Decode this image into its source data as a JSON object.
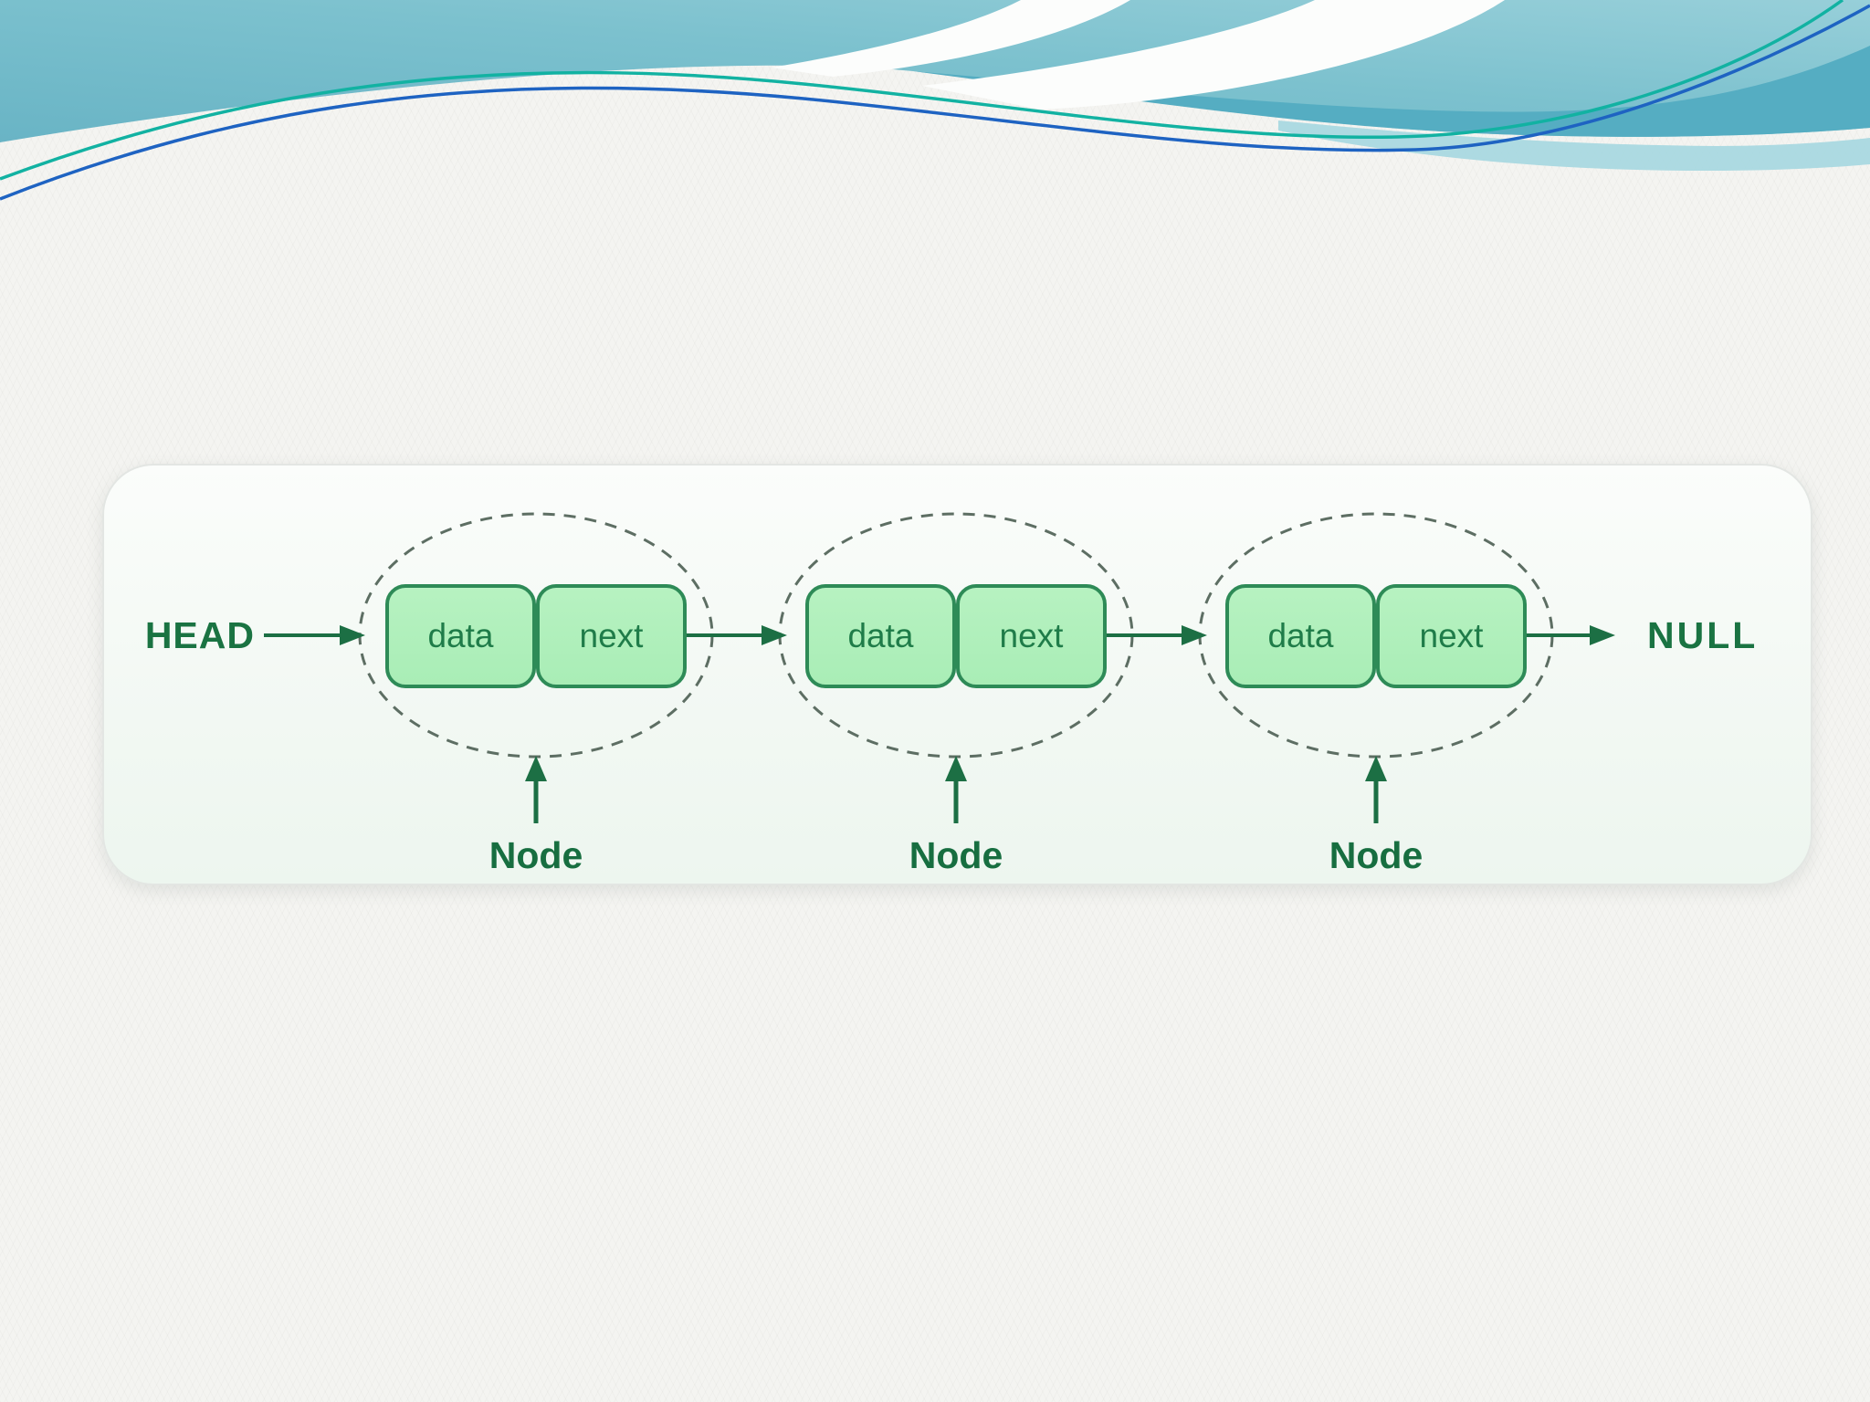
{
  "slide": {
    "background_color": "#f4f4f1",
    "header_waves": {
      "teal_base": "#74bcca",
      "teal_dark_band": "#55adc2",
      "teal_light_strip": "#a5d7e0",
      "thin_line_green": "#12b2a2",
      "thin_line_blue": "#1e63c2"
    }
  },
  "diagram": {
    "head_label": "HEAD",
    "null_label": "NULL",
    "nodes": [
      {
        "data_label": "data",
        "next_label": "next",
        "name_label": "Node"
      },
      {
        "data_label": "data",
        "next_label": "next",
        "name_label": "Node"
      },
      {
        "data_label": "data",
        "next_label": "next",
        "name_label": "Node"
      }
    ],
    "colors": {
      "cell_fill": "#b0efbb",
      "cell_border": "#2e8b57",
      "cell_text": "#1f7c49",
      "label_text": "#1a7342",
      "ellipse_dash": "#5d6e63",
      "arrow": "#1c6f44",
      "panel_background": "#f3f9f4",
      "panel_border": "#e3e6e3"
    }
  }
}
